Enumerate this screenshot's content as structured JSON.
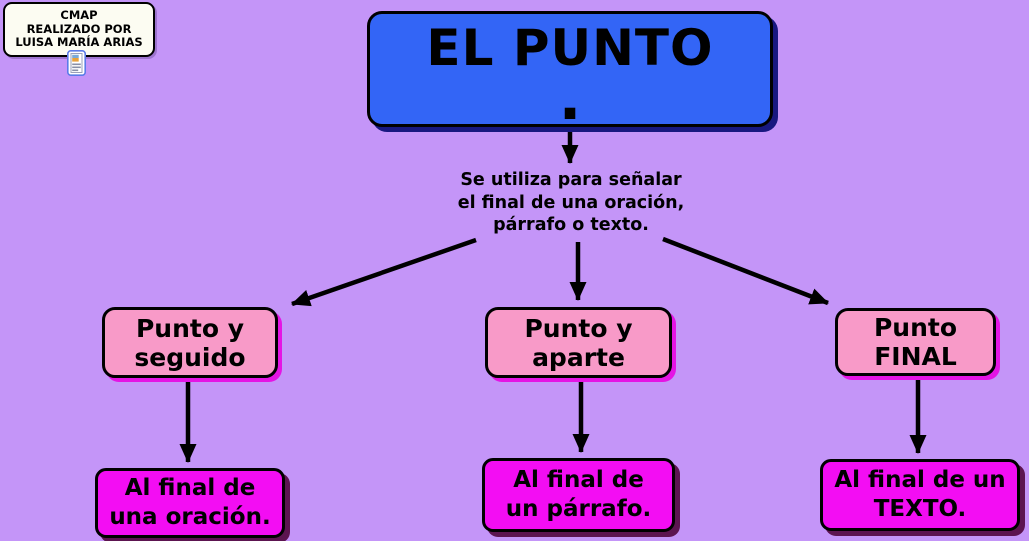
{
  "credit": {
    "lines": [
      "CMAP",
      "REALIZADO POR",
      "LUISA MARÍA ARIAS"
    ],
    "icon": "resource-link-icon"
  },
  "root": {
    "title": "EL PUNTO",
    "dot": "."
  },
  "definition": {
    "lines": [
      "Se utiliza para señalar",
      "el final de una oración,",
      "párrafo o texto."
    ]
  },
  "branches": [
    {
      "type_lines": [
        "Punto y",
        "seguido"
      ],
      "usage_lines": [
        "Al final de",
        "una oración."
      ]
    },
    {
      "type_lines": [
        "Punto y",
        "aparte"
      ],
      "usage_lines": [
        "Al final de",
        "un párrafo."
      ]
    },
    {
      "type_lines": [
        "Punto",
        "FINAL"
      ],
      "usage_lines": [
        "Al final de un",
        "TEXTO."
      ]
    }
  ],
  "colors": {
    "background": "#C495F8",
    "credit_fill": "#FCFCF2",
    "root_fill": "#3365F6",
    "root_shadow": "#181880",
    "type_fill": "#F89AC8",
    "type_shadow": "#E414E4",
    "usage_fill": "#F30DF3",
    "usage_shadow": "#5C1450",
    "arrow": "#000000"
  }
}
